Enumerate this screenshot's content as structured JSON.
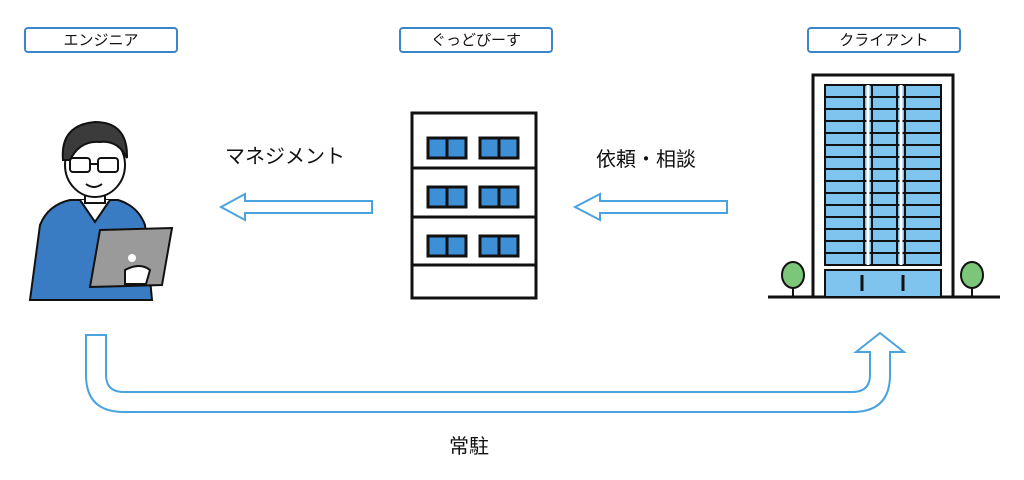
{
  "labels": {
    "engineer": "エンジニア",
    "company": "ぐっどぴーす",
    "client": "クライアント"
  },
  "captions": {
    "management": "マネジメント",
    "request": "依頼・相談",
    "onsite": "常駐"
  },
  "colors": {
    "arrow_stroke": "#4aa3df",
    "label_border": "#3a86c8",
    "shirt": "#3a7cc4",
    "window": "#3d8fd6",
    "tower_window": "#7fc3ef",
    "tree": "#7cc67a"
  }
}
